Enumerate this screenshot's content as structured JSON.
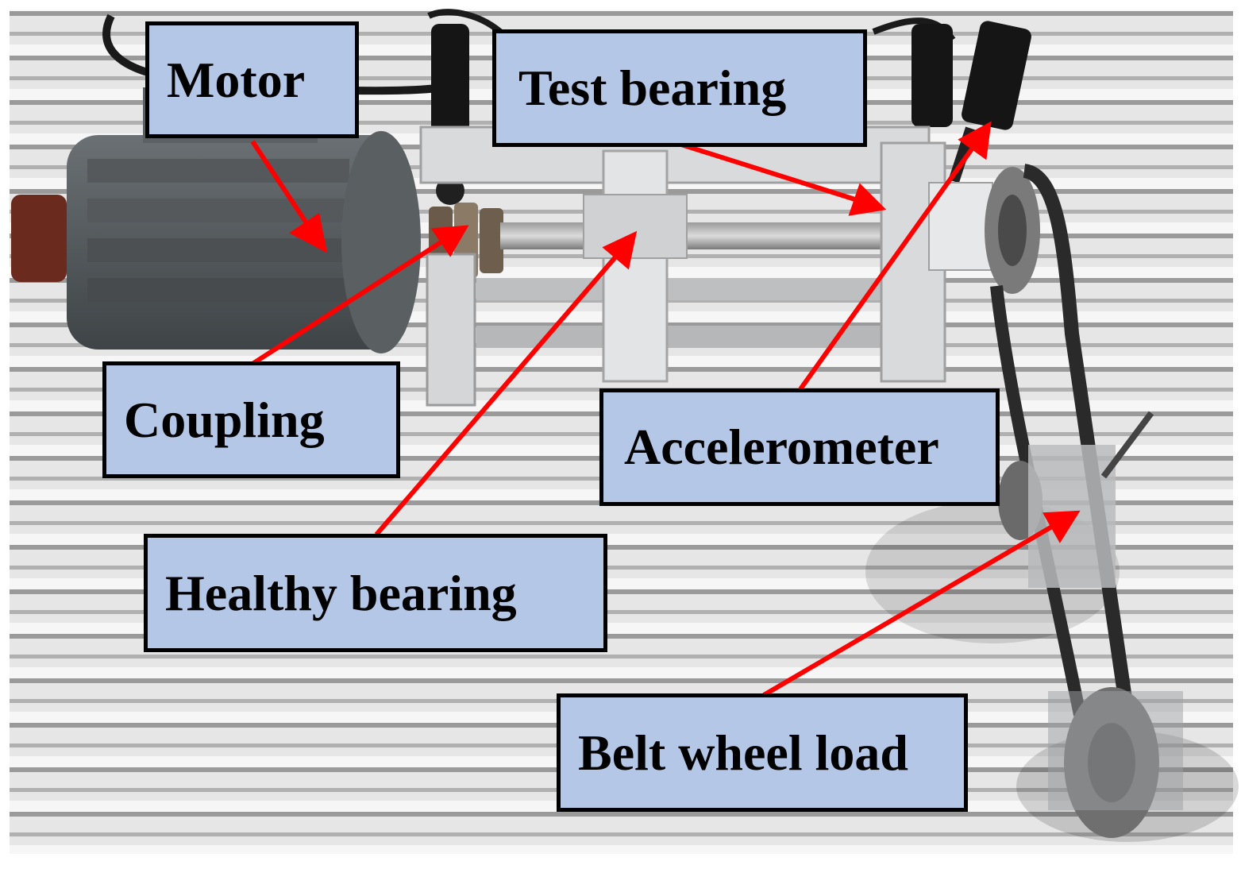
{
  "labels": {
    "motor": "Motor",
    "test_bearing": "Test bearing",
    "coupling": "Coupling",
    "accelerometer": "Accelerometer",
    "healthy_bearing": "Healthy bearing",
    "belt_wheel_load": "Belt wheel load"
  },
  "colors": {
    "label_fill": "#b4c7e7",
    "label_border": "#000000",
    "arrow": "#ff0000",
    "rail_light": "#ececec",
    "rail_dark": "#8c8c8c",
    "motor_body": "#4a4f52",
    "metal": "#c8cacc",
    "belt": "#2a2a2a"
  }
}
